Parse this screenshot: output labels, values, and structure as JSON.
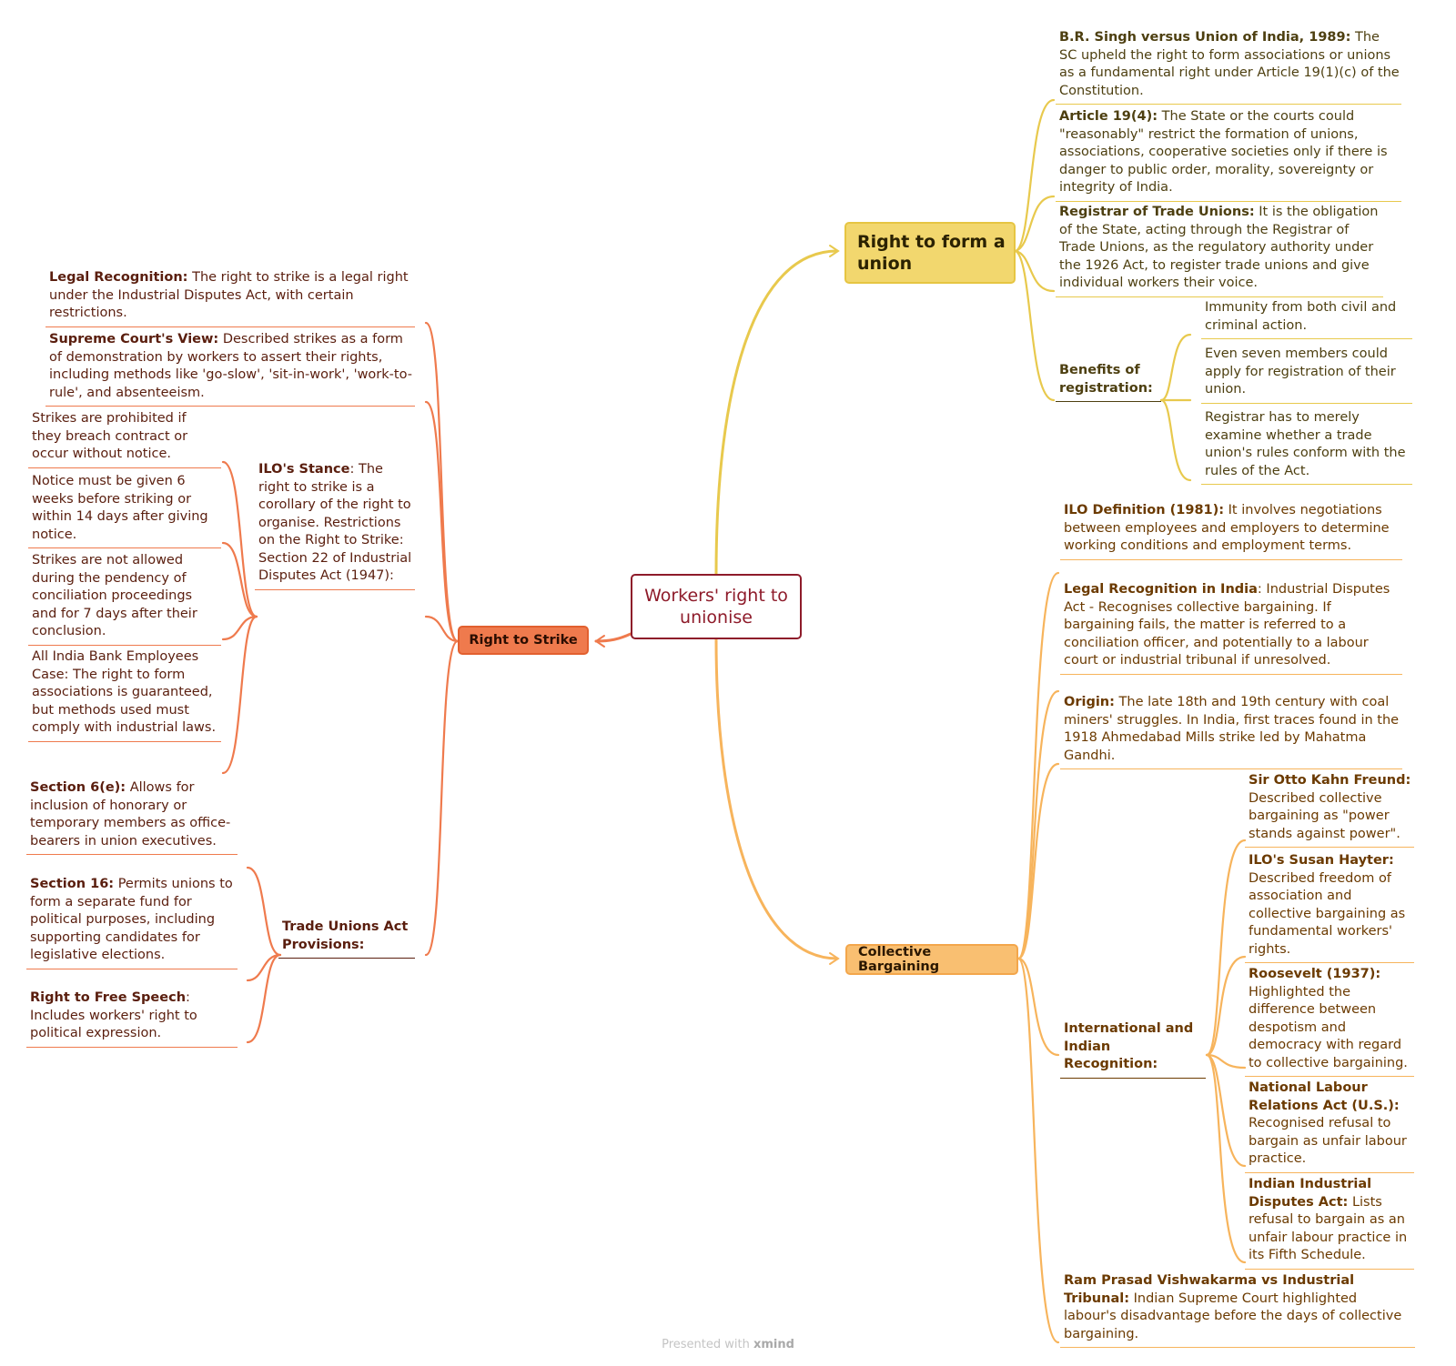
{
  "central": {
    "label": "Workers' right to unionise"
  },
  "colors": {
    "central": "#8e1b2a",
    "union_branch": "#e8c94d",
    "cb_branch": "#f7b45c",
    "strike_branch": "#ef7a4d"
  },
  "right_to_union": {
    "label": "Right to form a union",
    "leaves": [
      {
        "title": "B.R. Singh versus Union of India, 1989:",
        "text": " The SC upheld the right to form associations or unions as a fundamental right under Article 19(1)(c) of the Constitution."
      },
      {
        "title": "Article 19(4):",
        "text": " The State or the courts could \"reasonably\" restrict the formation of unions, associations, cooperative societies only if there is danger to public order, morality, sovereignty or integrity of India."
      },
      {
        "title": "Registrar of Trade Unions:",
        "text": " It is the obligation of the State, acting through the Registrar of Trade Unions, as the regulatory authority under the 1926 Act, to register trade unions and give individual workers their voice."
      }
    ],
    "benefits": {
      "label": "Benefits of registration:",
      "items": [
        "Immunity from both civil and criminal action.",
        "Even seven members could apply for registration of their union.",
        "Registrar has to merely examine whether a trade union's rules conform with the rules of the Act."
      ]
    }
  },
  "collective_bargaining": {
    "label": "Collective Bargaining",
    "leaves": [
      {
        "title": "ILO Definition (1981):",
        "text": " It involves negotiations between employees and employers to determine working conditions and employment terms."
      },
      {
        "title": "Legal Recognition in India",
        "text": ": Industrial Disputes Act - Recognises collective bargaining. If bargaining fails, the matter is referred to a conciliation officer, and potentially to a labour court or industrial tribunal if unresolved."
      },
      {
        "title": "Origin:",
        "text": " The late 18th and 19th century with coal miners' struggles. In India, first traces found in the 1918 Ahmedabad Mills strike led by Mahatma Gandhi."
      }
    ],
    "recognition": {
      "label": "International and Indian Recognition:",
      "items": [
        {
          "title": "Sir Otto Kahn Freund:",
          "text": " Described collective bargaining as \"power stands against power\"."
        },
        {
          "title": "ILO's Susan Hayter:",
          "text": " Described freedom of association and collective bargaining as fundamental workers' rights."
        },
        {
          "title": "Roosevelt (1937):",
          "text": " Highlighted the difference between despotism and democracy with regard to collective bargaining."
        },
        {
          "title": "National Labour Relations Act (U.S.):",
          "text": " Recognised refusal to bargain as unfair labour practice."
        },
        {
          "title": "Indian Industrial Disputes Act:",
          "text": " Lists refusal to bargain as an unfair labour practice in its Fifth Schedule."
        }
      ]
    },
    "last": {
      "title": "Ram Prasad Vishwakarma vs Industrial Tribunal:",
      "text": "  Indian Supreme Court highlighted labour's disadvantage before the days of collective bargaining."
    }
  },
  "right_to_strike": {
    "label": "Right to Strike",
    "leaves": [
      {
        "title": "Legal Recognition:",
        "text": " The right to strike is a legal right under the Industrial Disputes Act, with certain restrictions."
      },
      {
        "title": "Supreme Court's View:",
        "text": " Described strikes as a form of demonstration by workers to assert their rights, including methods like 'go-slow', 'sit-in-work', 'work-to-rule', and absenteeism."
      }
    ],
    "ilo": {
      "title": "ILO's Stance",
      "text": ": The right to strike is a corollary of the right to organise. Restrictions on the Right to Strike: Section 22 of Industrial Disputes Act (1947):",
      "items": [
        "Strikes are prohibited if they breach contract or occur without notice.",
        "Notice must be given 6 weeks before striking or within 14 days after giving notice.",
        "Strikes are not allowed during the pendency of conciliation proceedings and for 7 days after their conclusion.",
        "All India Bank Employees Case: The right to form associations is guaranteed, but methods used must comply with industrial laws."
      ]
    },
    "trade_unions_act": {
      "label": "Trade Unions Act Provisions:",
      "items": [
        {
          "title": "Section 6(e):",
          "text": " Allows for inclusion of honorary or temporary members as office-bearers in union executives."
        },
        {
          "title": "Section 16:",
          "text": " Permits unions to form a separate fund for political purposes, including supporting candidates for legislative elections."
        },
        {
          "title": "Right to Free Speech",
          "text": ": Includes workers' right to political expression."
        }
      ]
    }
  },
  "footer": {
    "prefix": "Presented with ",
    "brand": "xmind"
  }
}
